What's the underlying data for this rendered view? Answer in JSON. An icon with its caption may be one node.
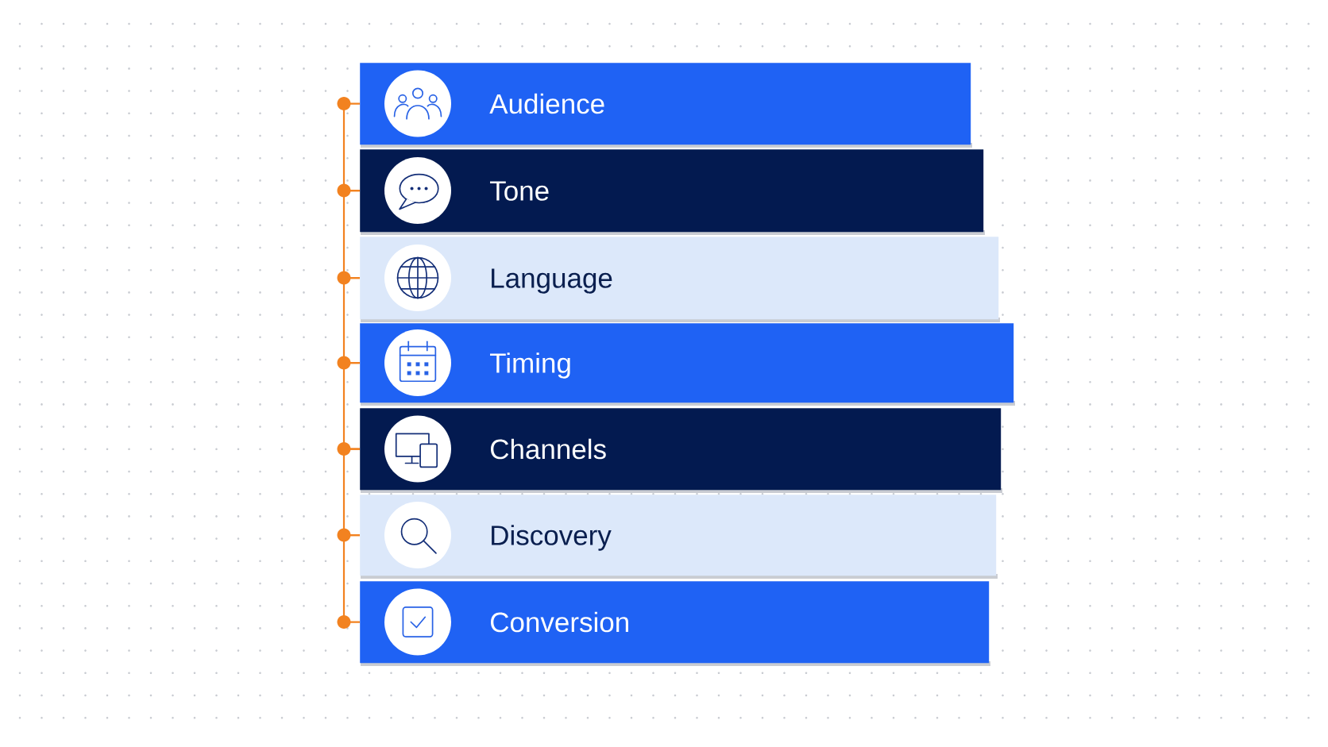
{
  "diagram": {
    "nodes": [
      {
        "text": [
          "Audience"
        ]
      },
      {
        "text": [
          "Tone"
        ]
      },
      {
        "text": [
          "Language"
        ]
      },
      {
        "text": [
          "Timing"
        ]
      },
      {
        "text": [
          "Channels"
        ]
      },
      {
        "text": [
          "Discovery"
        ]
      },
      {
        "text": [
          "Conversion"
        ]
      }
    ],
    "edges": [
      {
        "from": 0,
        "to": 1,
        "arrow": "none"
      },
      {
        "from": 1,
        "to": 2,
        "arrow": "none"
      },
      {
        "from": 2,
        "to": 3,
        "arrow": "none"
      },
      {
        "from": 3,
        "to": 4,
        "arrow": "none"
      },
      {
        "from": 4,
        "to": 5,
        "arrow": "none"
      },
      {
        "from": 5,
        "to": 6,
        "arrow": "none"
      }
    ]
  }
}
